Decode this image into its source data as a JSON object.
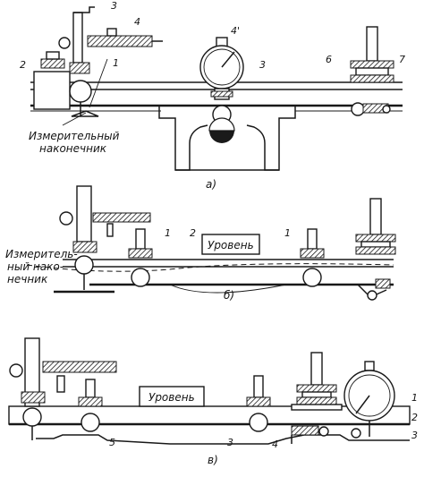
{
  "diagram_a": {
    "caption": "а)",
    "callouts": [
      "1",
      "2",
      "3",
      "4",
      "3",
      "6",
      "7"
    ],
    "prime_label": "4'",
    "tip_line1": "Измерительный",
    "tip_line2": "наконечник"
  },
  "diagram_b": {
    "caption": "б)",
    "callouts": [
      "1",
      "2",
      "1"
    ],
    "level_label": "Уровень",
    "tip_line1": "Измеритель-",
    "tip_line2": "ный нако-",
    "tip_line3": "нечник"
  },
  "diagram_c": {
    "caption": "в)",
    "callouts": [
      "5",
      "3",
      "4",
      "1",
      "2",
      "3"
    ],
    "level_label": "Уровень"
  }
}
